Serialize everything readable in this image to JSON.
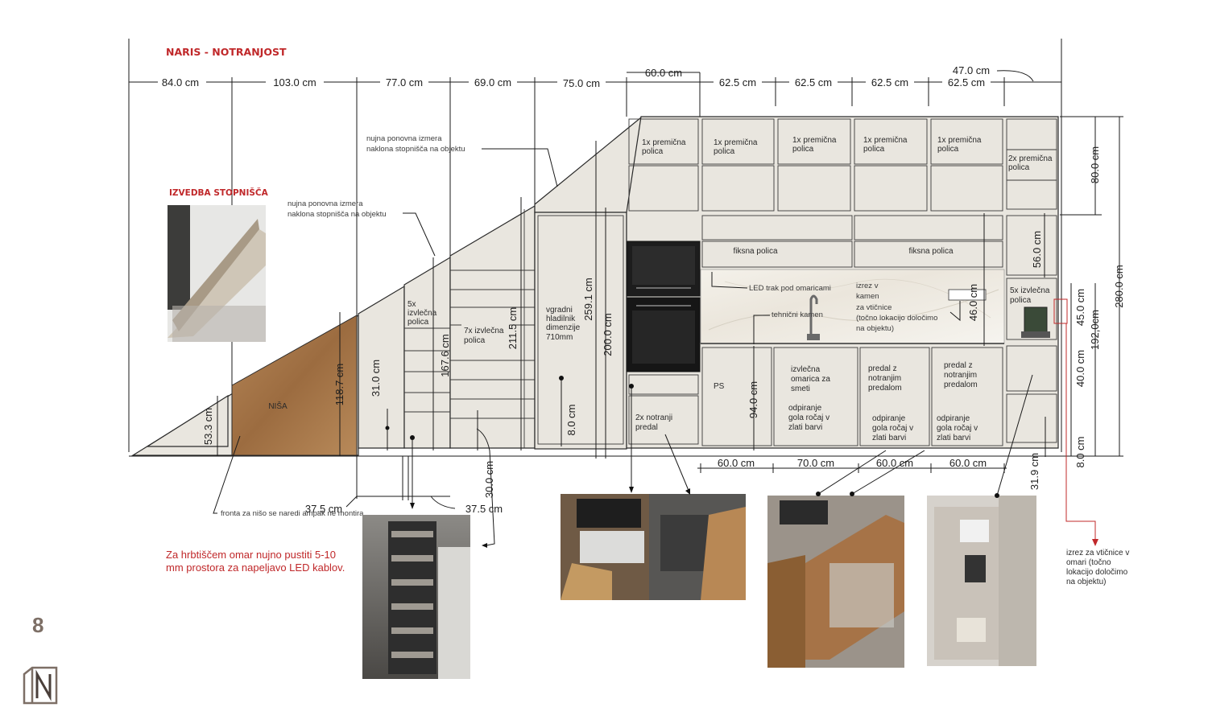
{
  "title": "NARIS - NOTRANJOST",
  "stair_title": "IZVEDBA STOPNIŠČA",
  "page_number": "8",
  "top_dims": [
    "84.0 cm",
    "103.0 cm",
    "77.0 cm",
    "69.0 cm",
    "75.0 cm",
    "60.0 cm",
    "62.5 cm",
    "62.5 cm",
    "62.5 cm",
    "62.5 cm",
    "47.0 cm"
  ],
  "bottom_dims": [
    "60.0 cm",
    "70.0 cm",
    "60.0 cm",
    "60.0 cm"
  ],
  "left_bottom_dims": [
    "37.5 cm",
    "37.5 cm"
  ],
  "vertical_dims": {
    "d53": "53.3 cm",
    "d118": "118.7 cm",
    "d31": "31.0 cm",
    "d167": "167.6 cm",
    "d211": "211.5 cm",
    "d259": "259.1 cm",
    "d200": "200.0 cm",
    "d8a": "8.0 cm",
    "d30": "30.0 cm",
    "d94": "94.0 cm",
    "d46": "46.0 cm",
    "d56": "56.0 cm",
    "d80": "80.0 cm",
    "d280": "280.0 cm",
    "d45": "45.0 cm",
    "d192": "192,0cm",
    "d40": "40.0 cm",
    "d8b": "8.0 cm",
    "d31b": "31.9 cm"
  },
  "labels": {
    "nisa": "NIŠA",
    "shelf5_1": "5x",
    "shelf5_2": "izvlečna",
    "shelf5_3": "polica",
    "shelf7_1": "7x izvlečna",
    "shelf7_2": "polica",
    "fridge_1": "vgradni",
    "fridge_2": "hladilnik",
    "fridge_3": "dimenzije",
    "fridge_4": "710mm",
    "top1_1": "1x premična",
    "top1_2": "polica",
    "top2_1": "2x premična",
    "top2_2": "polica",
    "fiksna": "fiksna polica",
    "led": "LED trak pod omaricami",
    "kamen": "tehnični kamen",
    "izrez_1": "izrez v",
    "izrez_2": "kamen",
    "izrez_3": "za vtičnice",
    "izrez_4": "(točno lokacijo določimo",
    "izrez_5": "na objektu)",
    "right5_1": "5x izvlečna",
    "right5_2": "polica",
    "ps": "PS",
    "smeti_1": "izvlečna",
    "smeti_2": "omarica za",
    "smeti_3": "smeti",
    "odp_1": "odpiranje",
    "odp_2": "gola ročaj v",
    "odp_3": "zlati barvi",
    "predal_1": "predal z",
    "predal_2": "notranjim",
    "predal_3": "predalom",
    "notranji_1": "2x notranji",
    "notranji_2": "predal",
    "izmera_1": "nujna ponovna izmera",
    "izmera_2": "naklona stopnišča na objektu",
    "fronta": "fronta za nišo se naredi ampak ne montira"
  },
  "red_note": "Za hrbtiščem omar nujno pustiti 5-10 mm prostora za napeljavo LED kablov.",
  "right_note": "izrez za vtičnice v omari (točno lokacijo določimo na objektu)",
  "colors": {
    "accent_red": "#c0282a",
    "cabinet": "#e9e6df",
    "wood": "#a9794b",
    "logo": "#7d6f66"
  }
}
